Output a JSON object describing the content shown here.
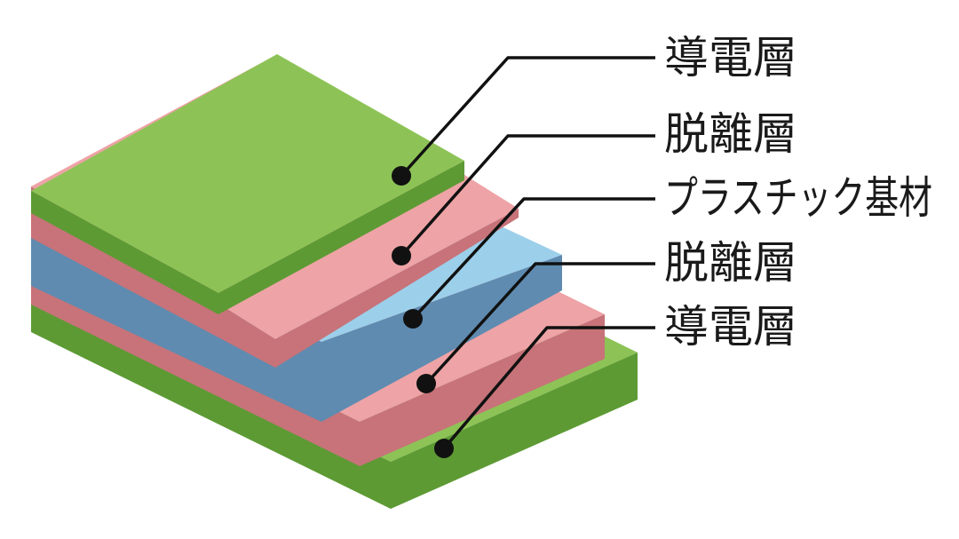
{
  "labels": [
    "導電層",
    "脱離層",
    "プラスチック基材",
    "脱離層",
    "導電層"
  ],
  "colors": {
    "conductive_top": "#8dc356",
    "conductive_side": "#5d9a34",
    "release_top": "#eea3a6",
    "release_side": "#c77379",
    "substrate_top": "#9ccfea",
    "substrate_side": "#5f8bb0",
    "leader": "#111111"
  }
}
